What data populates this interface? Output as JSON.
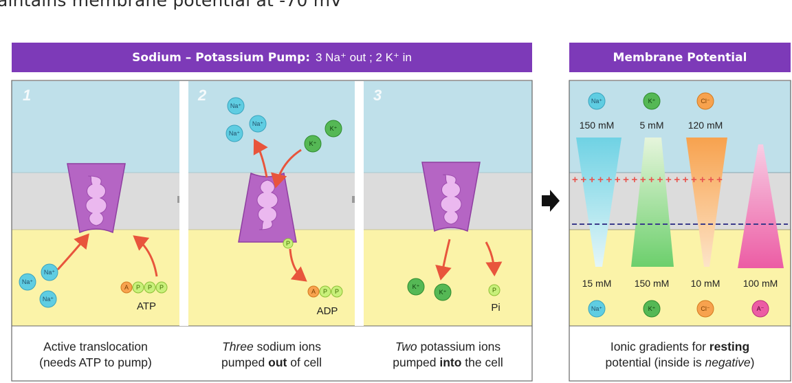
{
  "top_line": "aintains membrane potential at -70 mV",
  "pump_header": {
    "title": "Sodium – Potassium Pump:",
    "subtitle": "3 Na⁺ out  ;  2 K⁺ in"
  },
  "potential_header": {
    "title": "Membrane Potential"
  },
  "steps": [
    {
      "number": "1",
      "chem_label": "ATP",
      "caption": {
        "line1": "Active translocation",
        "line2": "(needs ATP to pump)"
      }
    },
    {
      "number": "2",
      "chem_label": "ADP",
      "caption": {
        "line1_italic": "Three",
        "line1_rest": " sodium ions",
        "line2_pre": "pumped ",
        "line2_bold": "out",
        "line2_post": " of cell"
      }
    },
    {
      "number": "3",
      "chem_label": "Pi",
      "caption": {
        "line1_italic": "Two",
        "line1_rest": " potassium ions",
        "line2_pre": "pumped ",
        "line2_bold": "into",
        "line2_post": " the cell"
      }
    }
  ],
  "ion_labels": {
    "na": "Na⁺",
    "k": "K⁺",
    "cl": "Cl⁻",
    "anion": "A⁻",
    "phosphate": "P",
    "adenosine": "A"
  },
  "outside_conc": [
    "150 mM",
    "5 mM",
    "120 mM"
  ],
  "inside_conc": [
    "15 mM",
    "150 mM",
    "10 mM",
    "100 mM"
  ],
  "potential_caption": {
    "pre": "Ionic gradients for ",
    "bold": "resting",
    "line2_pre": "potential (inside is ",
    "line2_italic": "negative",
    "line2_post": ")"
  },
  "colors": {
    "header": "#7d3ab8",
    "extracellular": "#bfe0ea",
    "membrane": "#dcdcdc",
    "intracellular": "#fbf3a8",
    "pump": "#b565c4",
    "arrow": "#e8553c"
  }
}
